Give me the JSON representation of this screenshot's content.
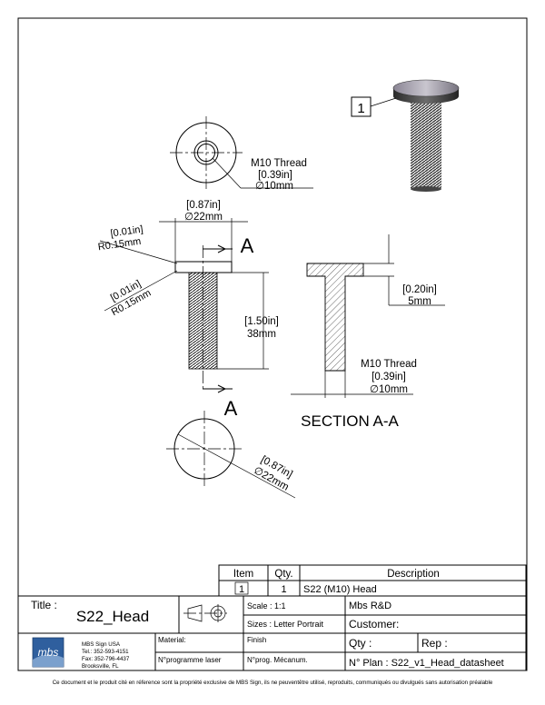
{
  "balloon": "1",
  "top_view": {
    "thread": "M10 Thread",
    "thread_in": "[0.39in]",
    "thread_mm": "∅10mm"
  },
  "front_view": {
    "head_dia_in": "[0.87in]",
    "head_dia_mm": "∅22mm",
    "radius1_in": "[0.01in]",
    "radius1_mm": "R0.15mm",
    "radius2_in": "[0.01in]",
    "radius2_mm": "R0.15mm",
    "length_in": "[1.50in]",
    "length_mm": "38mm",
    "section_mark": "A"
  },
  "section_view": {
    "head_h_in": "[0.20in]",
    "head_h_mm": "5mm",
    "thread": "M10 Thread",
    "thread_in": "[0.39in]",
    "thread_mm": "∅10mm",
    "title": "SECTION A-A"
  },
  "bottom_view": {
    "dia_in": "[0.87in]",
    "dia_mm": "∅22mm"
  },
  "bom": {
    "headers": [
      "Item",
      "Qty.",
      "Description"
    ],
    "rows": [
      {
        "item": "1",
        "qty": "1",
        "description": "S22 (M10) Head"
      }
    ]
  },
  "title_block": {
    "title_label": "Title :",
    "title": "S22_Head",
    "scale": "Scale : 1:1",
    "sizes": "Sizes : Letter Portrait",
    "company": "Mbs R&D",
    "customer": "Customer:",
    "material": "Material:",
    "finish": "Finish",
    "laser": "N°programme laser",
    "mecanum": "N°prog. Mécanum.",
    "qty": "Qty :",
    "rep": "Rep :",
    "plan": "N° Plan : S22_v1_Head_datasheet",
    "logo_text": "mbs",
    "company_name": "MBS Sign USA",
    "tel": "Tel.: 352-593-4151",
    "fax": "Fax: 352-796-4437",
    "city": "Brooksville, FL"
  },
  "footer": "Ce document et le produit cité en réference sont la propriété exclusive de MBS Sign, ils ne peuventêtre utilisé, reproduits, communiqués ou divulgués sans autorisation préalable"
}
